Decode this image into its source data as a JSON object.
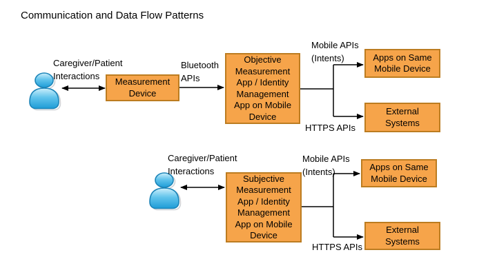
{
  "title": "Communication and Data Flow Patterns",
  "colors": {
    "box_fill": "#F6A44A",
    "box_border": "#BC7C20",
    "connector": "#000000",
    "person_blue": "#3FB1E6"
  },
  "flow1": {
    "interaction_label": "Caregiver/Patient\nInteractions",
    "device_box": "Measurement\nDevice",
    "device_link_label": "Bluetooth\nAPIs",
    "app_box": "Objective\nMeasurement\nApp / Identity\nManagement\nApp on Mobile\nDevice",
    "intents_label": "Mobile APIs\n(Intents)",
    "https_label": "HTTPS APIs",
    "same_device_box": "Apps on Same\nMobile Device",
    "external_box": "External\nSystems"
  },
  "flow2": {
    "interaction_label": "Caregiver/Patient\nInteractions",
    "app_box": "Subjective\nMeasurement\nApp / Identity\nManagement\nApp on Mobile\nDevice",
    "intents_label": "Mobile APIs\n(Intents)",
    "https_label": "HTTPS APIs",
    "same_device_box": "Apps on Same\nMobile Device",
    "external_box": "External\nSystems"
  }
}
